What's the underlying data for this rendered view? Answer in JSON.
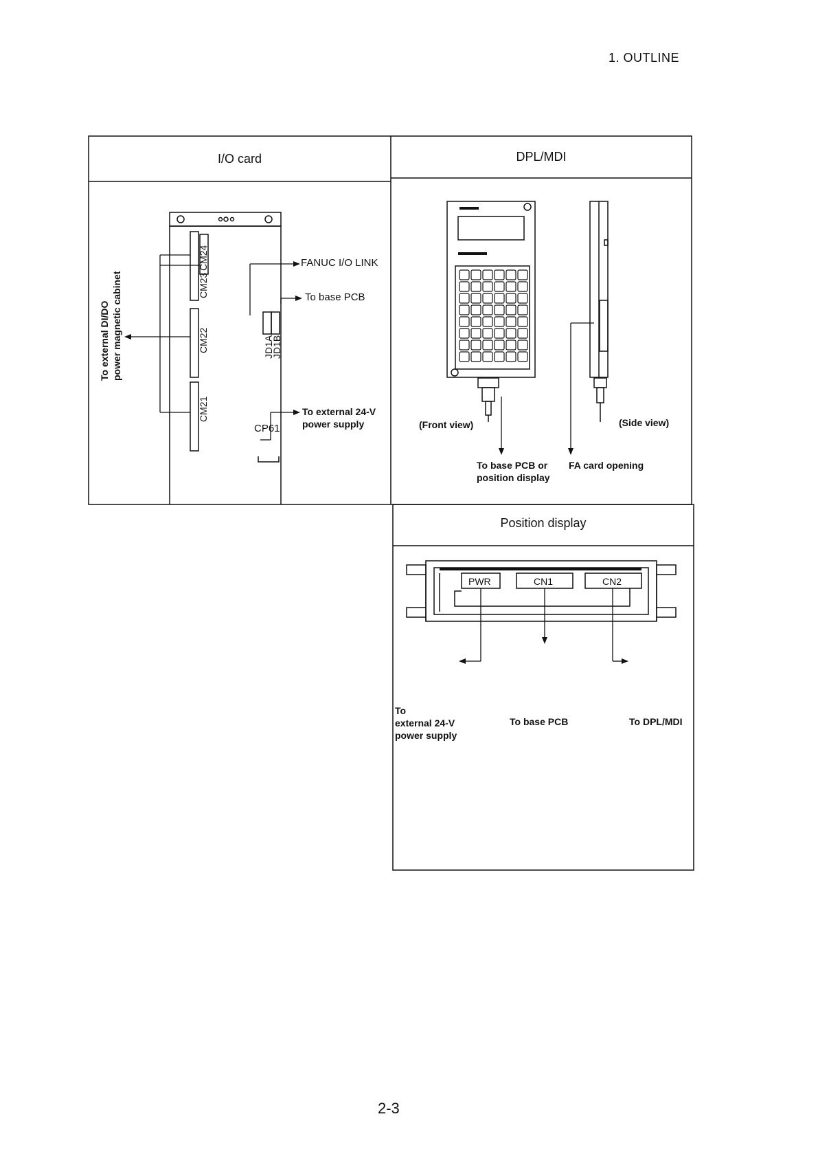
{
  "header": {
    "section": "1.   OUTLINE"
  },
  "io_card": {
    "title": "I/O card",
    "connectors": {
      "cm24": "CM24",
      "cm23": "CM23",
      "cm22": "CM22",
      "cm21": "CM21",
      "jd1a": "JD1A",
      "jd1b": "JD1B",
      "cp61": "CP61"
    },
    "labels": {
      "fanuc_io_link": "FANUC I/O LINK",
      "to_base_pcb": "To base PCB",
      "ext_24v_line1": "To external 24-V",
      "ext_24v_line2": "power supply",
      "didi_line1": "To external DI/DO",
      "didi_line2": "power magnetic cabinet"
    }
  },
  "dpl_mdi": {
    "title": "DPL/MDI",
    "front_view": "(Front view)",
    "side_view": "(Side view)",
    "to_base_line1": "To base PCB or",
    "to_base_line2": "position display",
    "fa_card": "FA card opening"
  },
  "position_display": {
    "title": "Position display",
    "connectors": {
      "pwr": "PWR",
      "cn1": "CN1",
      "cn2": "CN2"
    },
    "labels": {
      "to": "To",
      "external_24v": "external 24-V",
      "power_supply": "power supply",
      "to_base_pcb": "To base PCB",
      "to_dpl_mdi": "To DPL/MDI"
    }
  },
  "footer": {
    "page_number": "2-3"
  }
}
